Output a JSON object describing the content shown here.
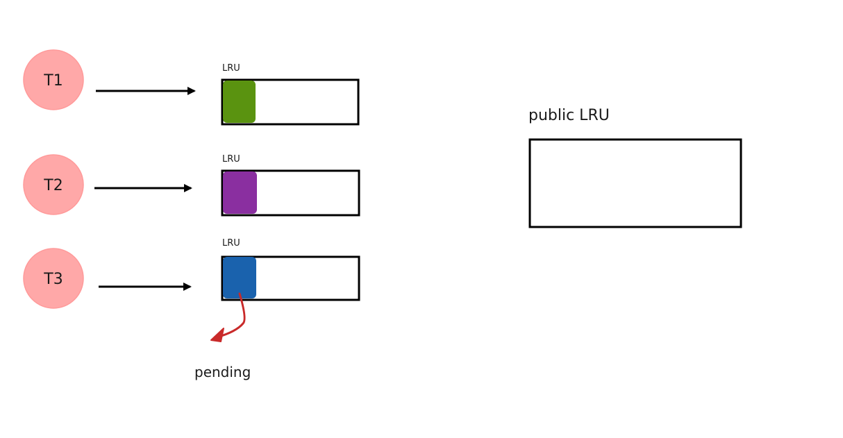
{
  "threads": [
    {
      "label": "T1",
      "queue_label": "LRU",
      "entry_color": "#5a9310"
    },
    {
      "label": "T2",
      "queue_label": "LRU",
      "entry_color": "#8a2fa0"
    },
    {
      "label": "T3",
      "queue_label": "LRU",
      "entry_color": "#1a62ad"
    }
  ],
  "public_lru": {
    "label": "public LRU"
  },
  "pending": {
    "label": "pending",
    "arrow_color": "#c92a2a"
  },
  "colors": {
    "thread_node_fill": "#ffa8a8",
    "thread_node_stroke": "#ff8f8f",
    "stroke": "#000000"
  }
}
